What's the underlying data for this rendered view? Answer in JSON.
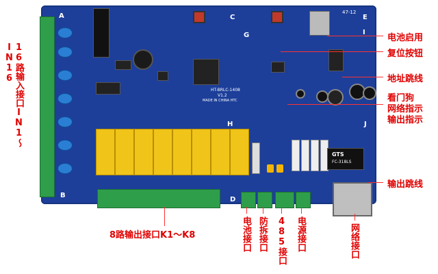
{
  "labels": {
    "battery_enable": "电池启用",
    "reset_button": "复位按钮",
    "address_jumper": "地址跳线",
    "watchdog_line1": "看门狗",
    "watchdog_line2": "网络指示",
    "watchdog_line3": "输出指示",
    "output_jumper": "输出跳线",
    "inputs_16": "16路输入接口IN1～IN16",
    "outputs_8": "8路输出接口K1～K8",
    "battery_port": "电池接口",
    "tamper_port": "防拆接口",
    "rs485_port": "485接口",
    "power_port": "电源接口",
    "network_port": "网络接口"
  },
  "board_letters": [
    "A",
    "B",
    "C",
    "D",
    "E",
    "G",
    "I",
    "J",
    "H"
  ],
  "board_text": {
    "logo": "HT-BRLC-1408",
    "version": "V1.2",
    "made_in": "MADE IN CHINA HTC",
    "rj45_brand": "GTS",
    "rj45_model": "FC-318LS",
    "corner_code": "47-12"
  },
  "colors": {
    "board": "#1d3f9a",
    "annotation": "#e00000",
    "terminal": "#2f9e4a",
    "relay": "#f0c419"
  }
}
